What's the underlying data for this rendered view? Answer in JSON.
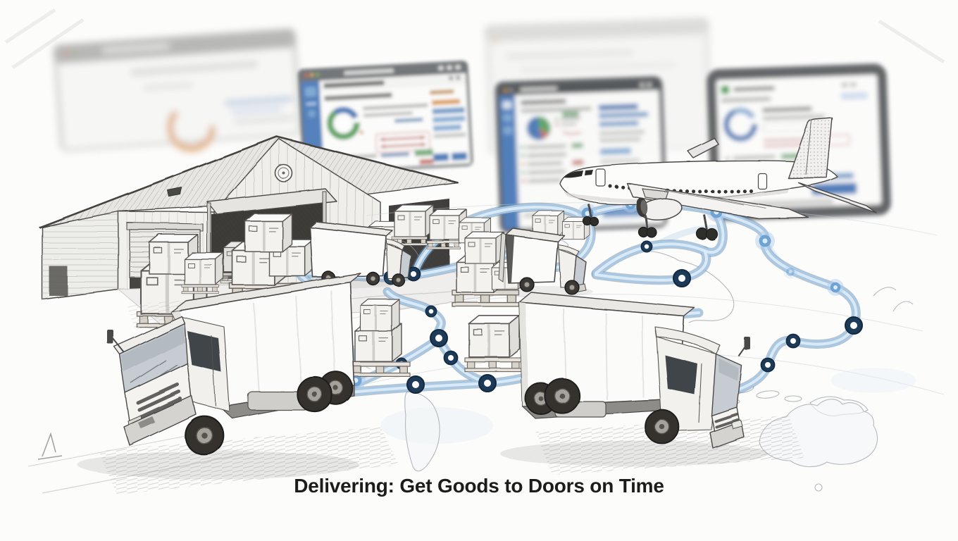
{
  "caption": {
    "text": "Delivering: Get Goods to Doors on Time"
  },
  "palette": {
    "paper": "#fcfcfb",
    "pencil_ink": "#4b4947",
    "route_edge_blue": "#6c90b2",
    "route_core_blue": "#a9c8e4",
    "route_highlight": "#dcebf8",
    "node_navy": "#1d3b59",
    "node_glow_blue": "#6fa3d4",
    "sidebar_blue": "#4a79b8",
    "chart_green": "#5ba262",
    "chart_red": "#c4726a",
    "accent_orange": "#d9984e",
    "screen_frame_gray": "#585b5e",
    "caption_ink": "#1c1c1c"
  },
  "scene": {
    "background_screens": [
      {
        "name": "dashboard-screen-far-left",
        "style": "heavily blurred browser window, gray titlebar, orange donut chart, blue text smudges"
      },
      {
        "name": "dashboard-screen-back",
        "style": "very faint pale window behind the others"
      },
      {
        "name": "dashboard-screen-left",
        "style": "blurred TMS dashboard: dark titlebar with traffic dots, blue sidebar, green/blue donut chart, red double-arrow annotation, blue right column, blue buttons"
      },
      {
        "name": "dashboard-screen-center",
        "style": "blurred dashboard: dark rounded frame, blue sidebar, blue/green/red pie chart, status rows, blue action button"
      },
      {
        "name": "dashboard-tablet-right",
        "style": "blurred tablet: dark rounded frame, green logo square, blue donut, green/red rows, blue button"
      }
    ],
    "warehouse": {
      "name": "warehouse",
      "features": [
        "hatched gable roof",
        "round gable medallion",
        "wall lamp",
        "rolling shutter door",
        "open loading bay with awning",
        "second open bay",
        "crates on pallets inside"
      ]
    },
    "airplane": {
      "name": "cargo-airplane",
      "description": "pencil-sketch passenger jet flying left, landing gear down, engine under wing, dotted tail fin"
    },
    "trucks": [
      {
        "name": "box-truck-left",
        "facing": "left",
        "size": "large"
      },
      {
        "name": "box-truck-right",
        "facing": "right",
        "size": "large"
      },
      {
        "name": "box-truck-center",
        "facing": "right",
        "size": "small",
        "detail": "open rear door, pallet of crates alongside"
      },
      {
        "name": "box-truck-warehouse-bay",
        "facing": "right",
        "size": "small"
      }
    ],
    "cargo": {
      "name": "crates-on-pallets",
      "stacks": 10
    },
    "map": {
      "name": "world-map-sketch",
      "regions": [
        "Europe",
        "Asia coast",
        "Japan",
        "Southeast Asia islands",
        "New Guinea",
        "Australia",
        "Tasmania",
        "South America",
        "Caribbean"
      ]
    },
    "routes": {
      "name": "route-network",
      "curves": 13,
      "nodes_dark_rings": 13,
      "nodes_glowing": 7
    },
    "marks": {
      "name": "pencil-caret-mark",
      "location": "bottom-left"
    }
  }
}
